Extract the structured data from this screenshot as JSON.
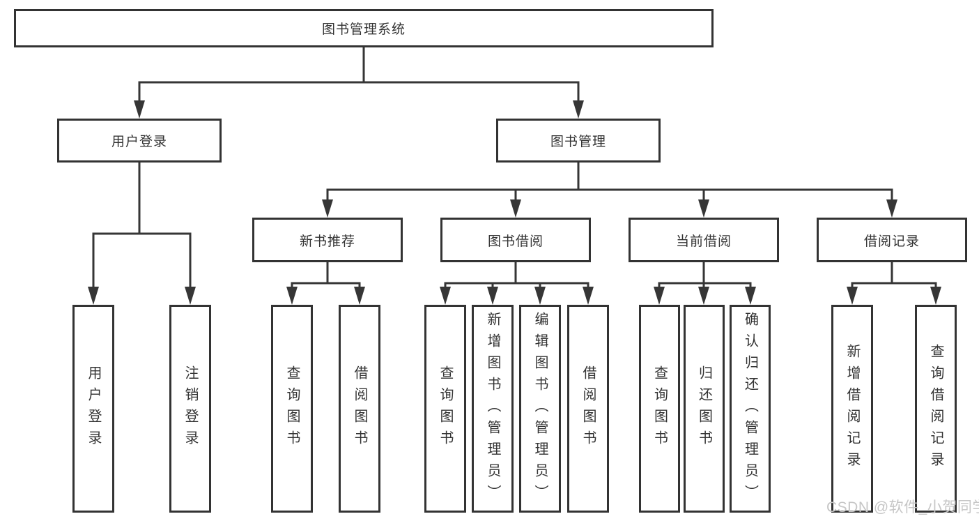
{
  "colors": {
    "line": "#363636",
    "text": "#333333",
    "box_border": "#333333",
    "background": "#ffffff",
    "watermark": "#c6c6c6"
  },
  "watermark": "CSDN @软件_小贺同学",
  "diagram": {
    "type": "hierarchy-tree",
    "tree": {
      "label": "图书管理系统",
      "children": [
        {
          "label": "用户登录",
          "children": [
            {
              "label": "用户登录"
            },
            {
              "label": "注销登录"
            }
          ]
        },
        {
          "label": "图书管理",
          "children": [
            {
              "label": "新书推荐",
              "children": [
                {
                  "label": "查询图书"
                },
                {
                  "label": "借阅图书"
                }
              ]
            },
            {
              "label": "图书借阅",
              "children": [
                {
                  "label": "查询图书"
                },
                {
                  "label": "新增图书（管理员）"
                },
                {
                  "label": "编辑图书（管理员）"
                },
                {
                  "label": "借阅图书"
                }
              ]
            },
            {
              "label": "当前借阅",
              "children": [
                {
                  "label": "查询图书"
                },
                {
                  "label": "归还图书"
                },
                {
                  "label": "确认归还（管理员）"
                }
              ]
            },
            {
              "label": "借阅记录",
              "children": [
                {
                  "label": "新增借阅记录"
                },
                {
                  "label": "查询借阅记录"
                }
              ]
            }
          ]
        }
      ]
    }
  }
}
